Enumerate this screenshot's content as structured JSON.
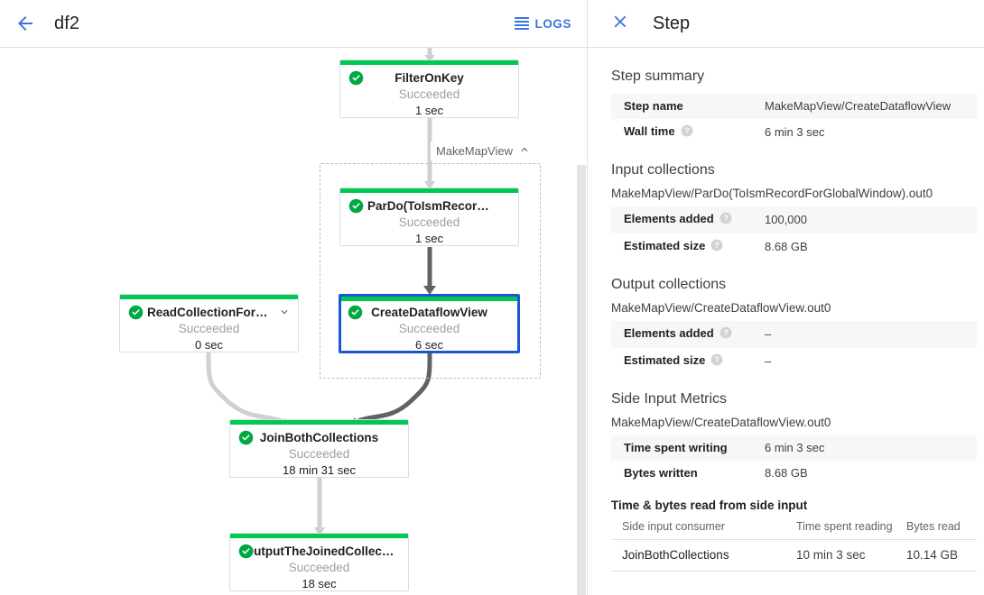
{
  "graph_panel": {
    "back_icon": "arrow-left-icon",
    "job_title": "df2",
    "logs_button": {
      "label": "LOGS",
      "icon": "list-lines-icon",
      "color": "#3f74e0"
    },
    "group": {
      "label": "MakeMapView",
      "chevron_icon": "chevron-up-icon"
    },
    "colors": {
      "success_bar": "#00c853",
      "selected_border": "#1a56d6",
      "edge_light": "#d0d0d0",
      "edge_dark": "#5f6368"
    },
    "nodes": [
      {
        "id": "filter-on-key",
        "title": "FilterOnKey",
        "status": "Succeeded",
        "time": "1 sec",
        "status_icon": "check-circle-icon",
        "selected": false,
        "chevron": null
      },
      {
        "id": "pardo-toismrecord",
        "title": "ParDo(ToIsmRecordFor…",
        "status": "Succeeded",
        "time": "1 sec",
        "status_icon": "check-circle-icon",
        "selected": false,
        "chevron": null
      },
      {
        "id": "create-dataflow-view",
        "title": "CreateDataflowView",
        "status": "Succeeded",
        "time": "6 sec",
        "status_icon": "check-circle-icon",
        "selected": true,
        "chevron": null
      },
      {
        "id": "read-collection-for-join",
        "title": "ReadCollectionForJoin",
        "status": "Succeeded",
        "time": "0 sec",
        "status_icon": "check-circle-icon",
        "selected": false,
        "chevron": "chevron-down-icon"
      },
      {
        "id": "join-both-collections",
        "title": "JoinBothCollections",
        "status": "Succeeded",
        "time": "18 min 31 sec",
        "status_icon": "check-circle-icon",
        "selected": false,
        "chevron": null
      },
      {
        "id": "output-the-joined-collection",
        "title": "OutputTheJoinedCollec…",
        "status": "Succeeded",
        "time": "18 sec",
        "status_icon": "check-circle-icon",
        "selected": false,
        "chevron": null
      }
    ]
  },
  "detail_panel": {
    "close_icon": "close-icon",
    "title": "Step",
    "step_summary": {
      "heading": "Step summary",
      "rows": [
        {
          "key": "Step name",
          "value": "MakeMapView/CreateDataflowView",
          "help": false
        },
        {
          "key": "Wall time",
          "value": "6 min 3 sec",
          "help": true
        }
      ]
    },
    "input_collections": {
      "heading": "Input collections",
      "collection_name": "MakeMapView/ParDo(ToIsmRecordForGlobalWindow).out0",
      "rows": [
        {
          "key": "Elements added",
          "value": "100,000",
          "help": true
        },
        {
          "key": "Estimated size",
          "value": "8.68 GB",
          "help": true
        }
      ]
    },
    "output_collections": {
      "heading": "Output collections",
      "collection_name": "MakeMapView/CreateDataflowView.out0",
      "rows": [
        {
          "key": "Elements added",
          "value": "–",
          "help": true
        },
        {
          "key": "Estimated size",
          "value": "–",
          "help": true
        }
      ]
    },
    "side_input_metrics": {
      "heading": "Side Input Metrics",
      "collection_name": "MakeMapView/CreateDataflowView.out0",
      "rows": [
        {
          "key": "Time spent writing",
          "value": "6 min 3 sec",
          "help": false
        },
        {
          "key": "Bytes written",
          "value": "8.68 GB",
          "help": false
        }
      ],
      "table": {
        "heading": "Time & bytes read from side input",
        "columns": [
          "Side input consumer",
          "Time spent reading",
          "Bytes read"
        ],
        "rows": [
          [
            "JoinBothCollections",
            "10 min 3 sec",
            "10.14 GB"
          ]
        ]
      }
    }
  }
}
